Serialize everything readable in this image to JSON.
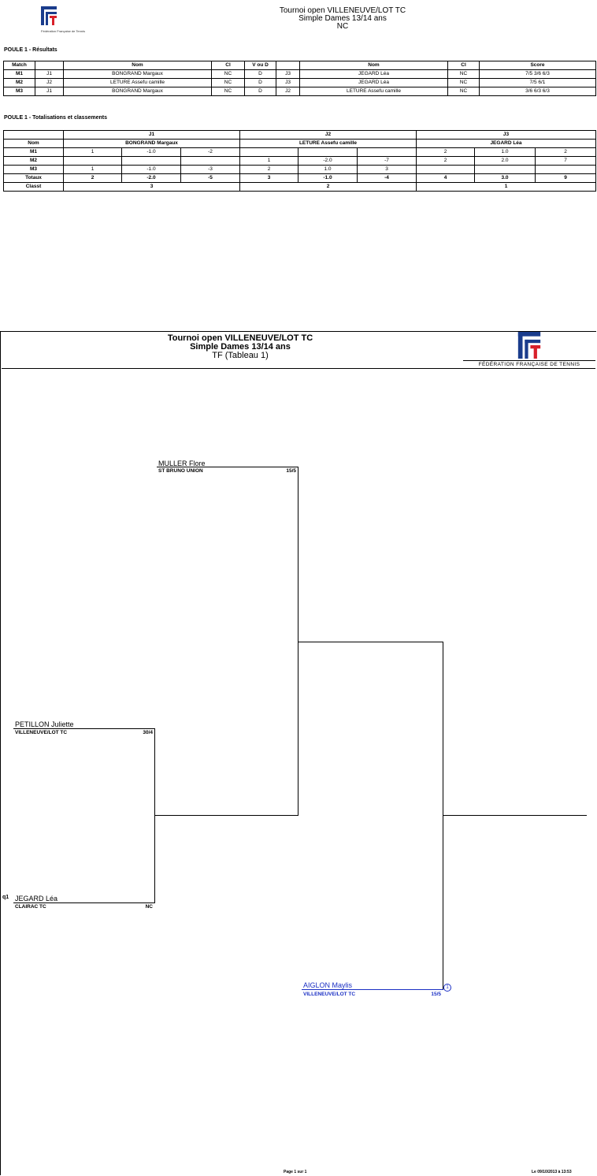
{
  "header_top": {
    "line1": "Tournoi open VILLENEUVE/LOT TC",
    "line2": "Simple Dames 13/14 ans",
    "line3": "NC",
    "logo_caption": "Fédération Française de Tennis"
  },
  "results": {
    "section_title": "POULE 1 - Résultats",
    "headers": [
      "Match",
      "",
      "Nom",
      "Cl",
      "V ou D",
      "",
      "Nom",
      "Cl",
      "Score"
    ],
    "rows": [
      [
        "M1",
        "J1",
        "BONGRAND Margaux",
        "NC",
        "D",
        "J3",
        "JEGARD Léa",
        "NC",
        "7/5 3/6 6/3"
      ],
      [
        "M2",
        "J2",
        "LETURE Assefu camille",
        "NC",
        "D",
        "J3",
        "JEGARD Léa",
        "NC",
        "7/5 6/1"
      ],
      [
        "M3",
        "J1",
        "BONGRAND Margaux",
        "NC",
        "D",
        "J2",
        "LETURE Assefu camille",
        "NC",
        "3/6 6/3 6/3"
      ]
    ]
  },
  "totals": {
    "section_title": "POULE 1 - Totalisations et classements",
    "players": [
      "J1",
      "J2",
      "J3"
    ],
    "name_label": "Nom",
    "names": [
      "BONGRAND Margaux",
      "LETURE Assefu camille",
      "JEGARD Léa"
    ],
    "rows": [
      {
        "label": "M1",
        "cells": [
          "1",
          "-1.0",
          "-2",
          "",
          "",
          "",
          "2",
          "1.0",
          "2"
        ]
      },
      {
        "label": "M2",
        "cells": [
          "",
          "",
          "",
          "1",
          "-2.0",
          "-7",
          "2",
          "2.0",
          "7"
        ]
      },
      {
        "label": "M3",
        "cells": [
          "1",
          "-1.0",
          "-3",
          "2",
          "1.0",
          "3",
          "",
          "",
          ""
        ]
      },
      {
        "label": "Totaux",
        "cells": [
          "2",
          "-2.0",
          "-5",
          "3",
          "-1.0",
          "-4",
          "4",
          "3.0",
          "9"
        ]
      }
    ],
    "classement_label": "Classt",
    "classement": [
      "3",
      "2",
      "1"
    ]
  },
  "header_bottom": {
    "line1": "Tournoi open VILLENEUVE/LOT TC",
    "line2": "Simple Dames 13/14 ans",
    "line3": "TF (Tableau 1)",
    "federation": "FÉDÉRATION FRANÇAISE DE TENNIS"
  },
  "bracket": {
    "p1": {
      "name": "MULLER Flore",
      "club": "ST BRUNO UNION",
      "rank": "15/5"
    },
    "p2": {
      "name": "PETILLON Juliette",
      "club": "VILLENEUVE/LOT TC",
      "rank": "30/4"
    },
    "p3": {
      "name": "JEGARD Léa",
      "club": "CLAIRAC TC",
      "rank": "NC",
      "seed": "q1"
    },
    "p4": {
      "name": "AIGLON Maylis",
      "club": "VILLENEUVE/LOT TC",
      "rank": "15/5",
      "mark": "1"
    }
  },
  "footer": {
    "page": "Page 1 sur 1",
    "date": "Le 09/10/2013 à 13:53"
  },
  "colors": {
    "winner": "#1a2fc4",
    "logo_blue": "#1a3c8c",
    "logo_red": "#d8202a"
  }
}
